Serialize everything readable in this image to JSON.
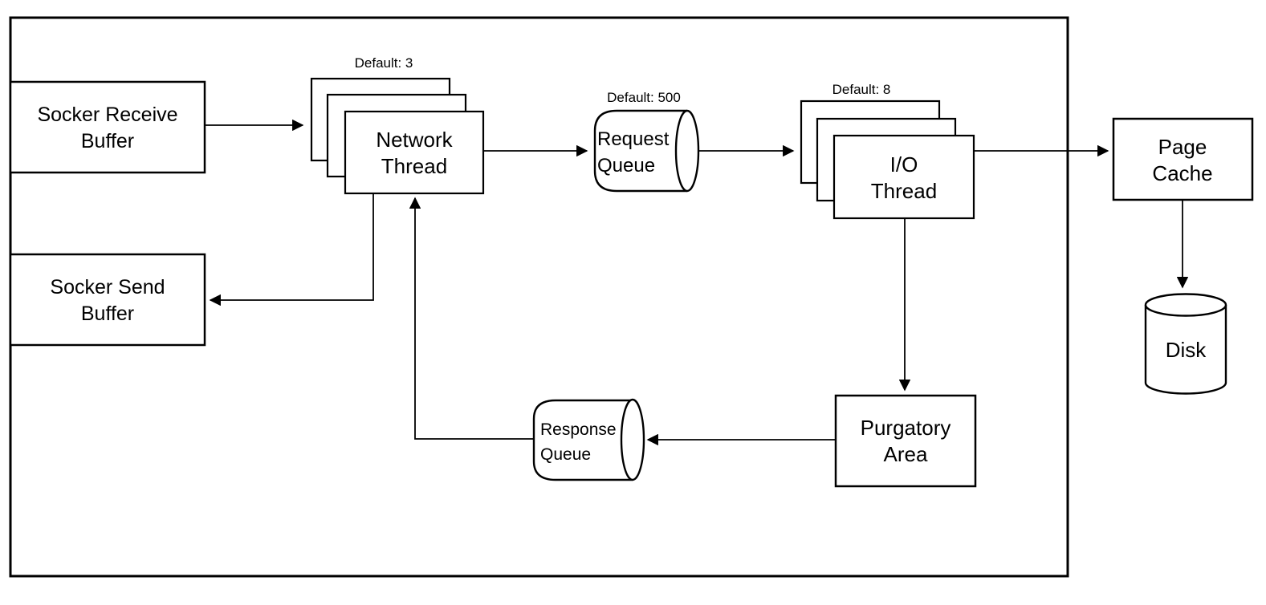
{
  "diagram": {
    "colors": {
      "stroke": "#000000",
      "background": "#ffffff"
    },
    "nodes": {
      "socket_receive_buffer": {
        "line1": "Socker Receive",
        "line2": "Buffer"
      },
      "socket_send_buffer": {
        "line1": "Socker Send",
        "line2": "Buffer"
      },
      "network_thread": {
        "line1": "Network",
        "line2": "Thread",
        "default_label": "Default: 3"
      },
      "request_queue": {
        "line1": "Request",
        "line2": "Queue",
        "default_label": "Default: 500"
      },
      "io_thread": {
        "line1": "I/O",
        "line2": "Thread",
        "default_label": "Default: 8"
      },
      "page_cache": {
        "line1": "Page",
        "line2": "Cache"
      },
      "disk": {
        "label": "Disk"
      },
      "purgatory_area": {
        "line1": "Purgatory",
        "line2": "Area"
      },
      "response_queue": {
        "line1": "Response",
        "line2": "Queue"
      }
    },
    "edges": [
      "socket_receive_buffer -> network_thread",
      "network_thread -> request_queue",
      "request_queue -> io_thread",
      "io_thread -> page_cache",
      "page_cache -> disk",
      "io_thread -> purgatory_area",
      "purgatory_area -> response_queue",
      "response_queue -> network_thread",
      "network_thread -> socket_send_buffer"
    ]
  }
}
